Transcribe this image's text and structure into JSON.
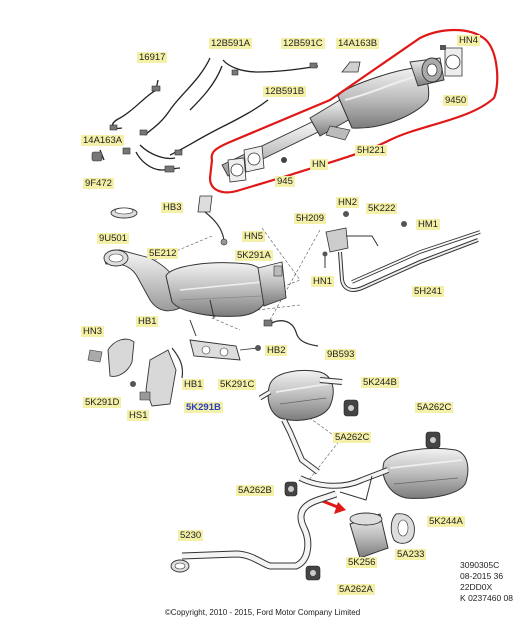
{
  "labels": {
    "l_16917": "16917",
    "l_12b591a": "12B591A",
    "l_12b591c": "12B591C",
    "l_14a163b": "14A163B",
    "l_hn4": "HN4",
    "l_12b591b": "12B591B",
    "l_9450a": "9450",
    "l_14a163a": "14A163A",
    "l_9f472": "9F472",
    "l_5h221": "5H221",
    "l_hn_top": "HN",
    "l_9450b": "945",
    "l_hb3": "HB3",
    "l_hn2": "HN2",
    "l_5k222": "5K222",
    "l_hm1": "HM1",
    "l_5h209": "5H209",
    "l_9u501": "9U501",
    "l_hn5": "HN5",
    "l_5e212": "5E212",
    "l_5k291a": "5K291A",
    "l_hn1": "HN1",
    "l_5h241": "5H241",
    "l_hb1a": "HB1",
    "l_hn3": "HN3",
    "l_hb2": "HB2",
    "l_9b593": "9B593",
    "l_5k291d": "5K291D",
    "l_hb1b": "HB1",
    "l_5k291c": "5K291C",
    "l_5k244b": "5K244B",
    "l_hs1": "HS1",
    "l_5k291b": "5K291B",
    "l_5a262c1": "5A262C",
    "l_5a262c2": "5A262C",
    "l_5a262b": "5A262B",
    "l_5k244a": "5K244A",
    "l_5230": "5230",
    "l_5a233": "5A233",
    "l_5k256": "5K256",
    "l_5a262a": "5A262A"
  },
  "reference": {
    "line1": "3090305C",
    "line2": "08-2015 36",
    "line3": "22DD0X",
    "line4": "K 0237460 08"
  },
  "copyright": "©Copyright, 2010 - 2015, Ford Motor Company Limited",
  "colors": {
    "label_bg": "#f5f0a8",
    "highlight": "#e01818",
    "line": "#333333",
    "part_fill": "#d8d8d8"
  }
}
